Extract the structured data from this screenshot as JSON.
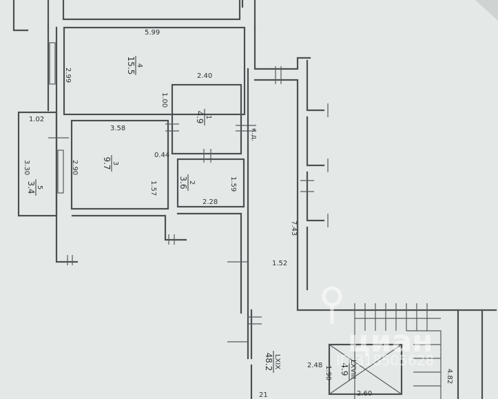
{
  "colors": {
    "paper": "#e4e8e7",
    "paper_shadow": "#c4cac9",
    "line": "#4b4f50",
    "text": "#2e3233",
    "watermark": "#ffffff"
  },
  "dimensions": {
    "d_5_99": "5.99",
    "d_2_99": "2.99",
    "d_2_40": "2.40",
    "d_1_00": "1.00",
    "d_1_02": "1.02",
    "d_3_58": "3.58",
    "d_3_30": "3.30",
    "d_2_90": "2.90",
    "d_0_44": "0.44",
    "d_1_57": "1.57",
    "d_1_59": "1.59",
    "d_2_28": "2.28",
    "d_7_43": "7.43",
    "d_1_52": "1.52",
    "d_2_48": "2.48",
    "d_1_90": "1.90",
    "d_2_60": "2.60",
    "d_4_82": "4.82",
    "d_21": "21"
  },
  "rooms": [
    {
      "number": "4",
      "area": "15.5"
    },
    {
      "number": "1",
      "area": "4.9"
    },
    {
      "number": "3",
      "area": "9.7"
    },
    {
      "number": "2",
      "area": "3.6"
    },
    {
      "number": "5",
      "area": "3.4"
    },
    {
      "number": "LXIX",
      "area": "48.2"
    },
    {
      "number": "LXVIII",
      "area": "4.9"
    }
  ],
  "labels": {
    "kd": "к.д."
  },
  "watermark": {
    "brand": "циан",
    "id": "ID 318505628"
  }
}
